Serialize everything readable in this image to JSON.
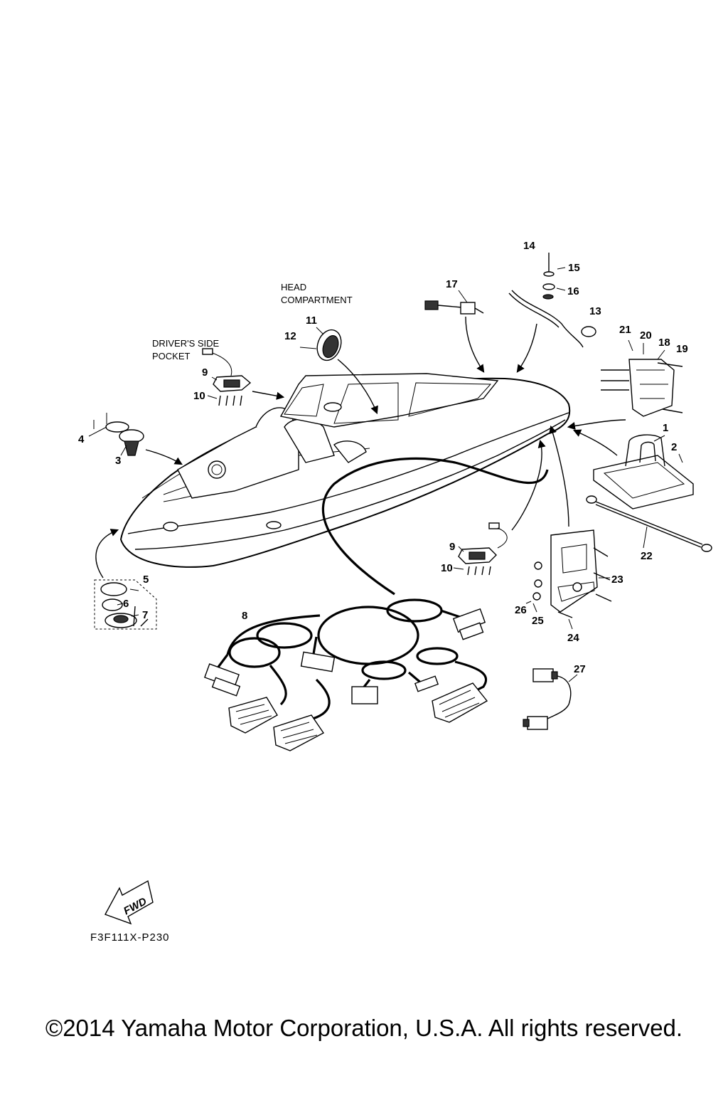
{
  "notes": {
    "head_compartment": [
      "HEAD",
      "COMPARTMENT"
    ],
    "drivers_side_pocket": [
      "DRIVER'S SIDE",
      "POCKET"
    ]
  },
  "callouts": [
    "1",
    "2",
    "3",
    "4",
    "5",
    "6",
    "7",
    "8",
    "9",
    "10",
    "11",
    "12",
    "13",
    "14",
    "15",
    "16",
    "17",
    "18",
    "19",
    "20",
    "21",
    "22",
    "23",
    "24",
    "25",
    "26",
    "27",
    "9",
    "10"
  ],
  "fwd_label": "FWD",
  "figure_code": "F3F111X-P230",
  "copyright": "©2014 Yamaha Motor Corporation, U.S.A. All rights reserved."
}
